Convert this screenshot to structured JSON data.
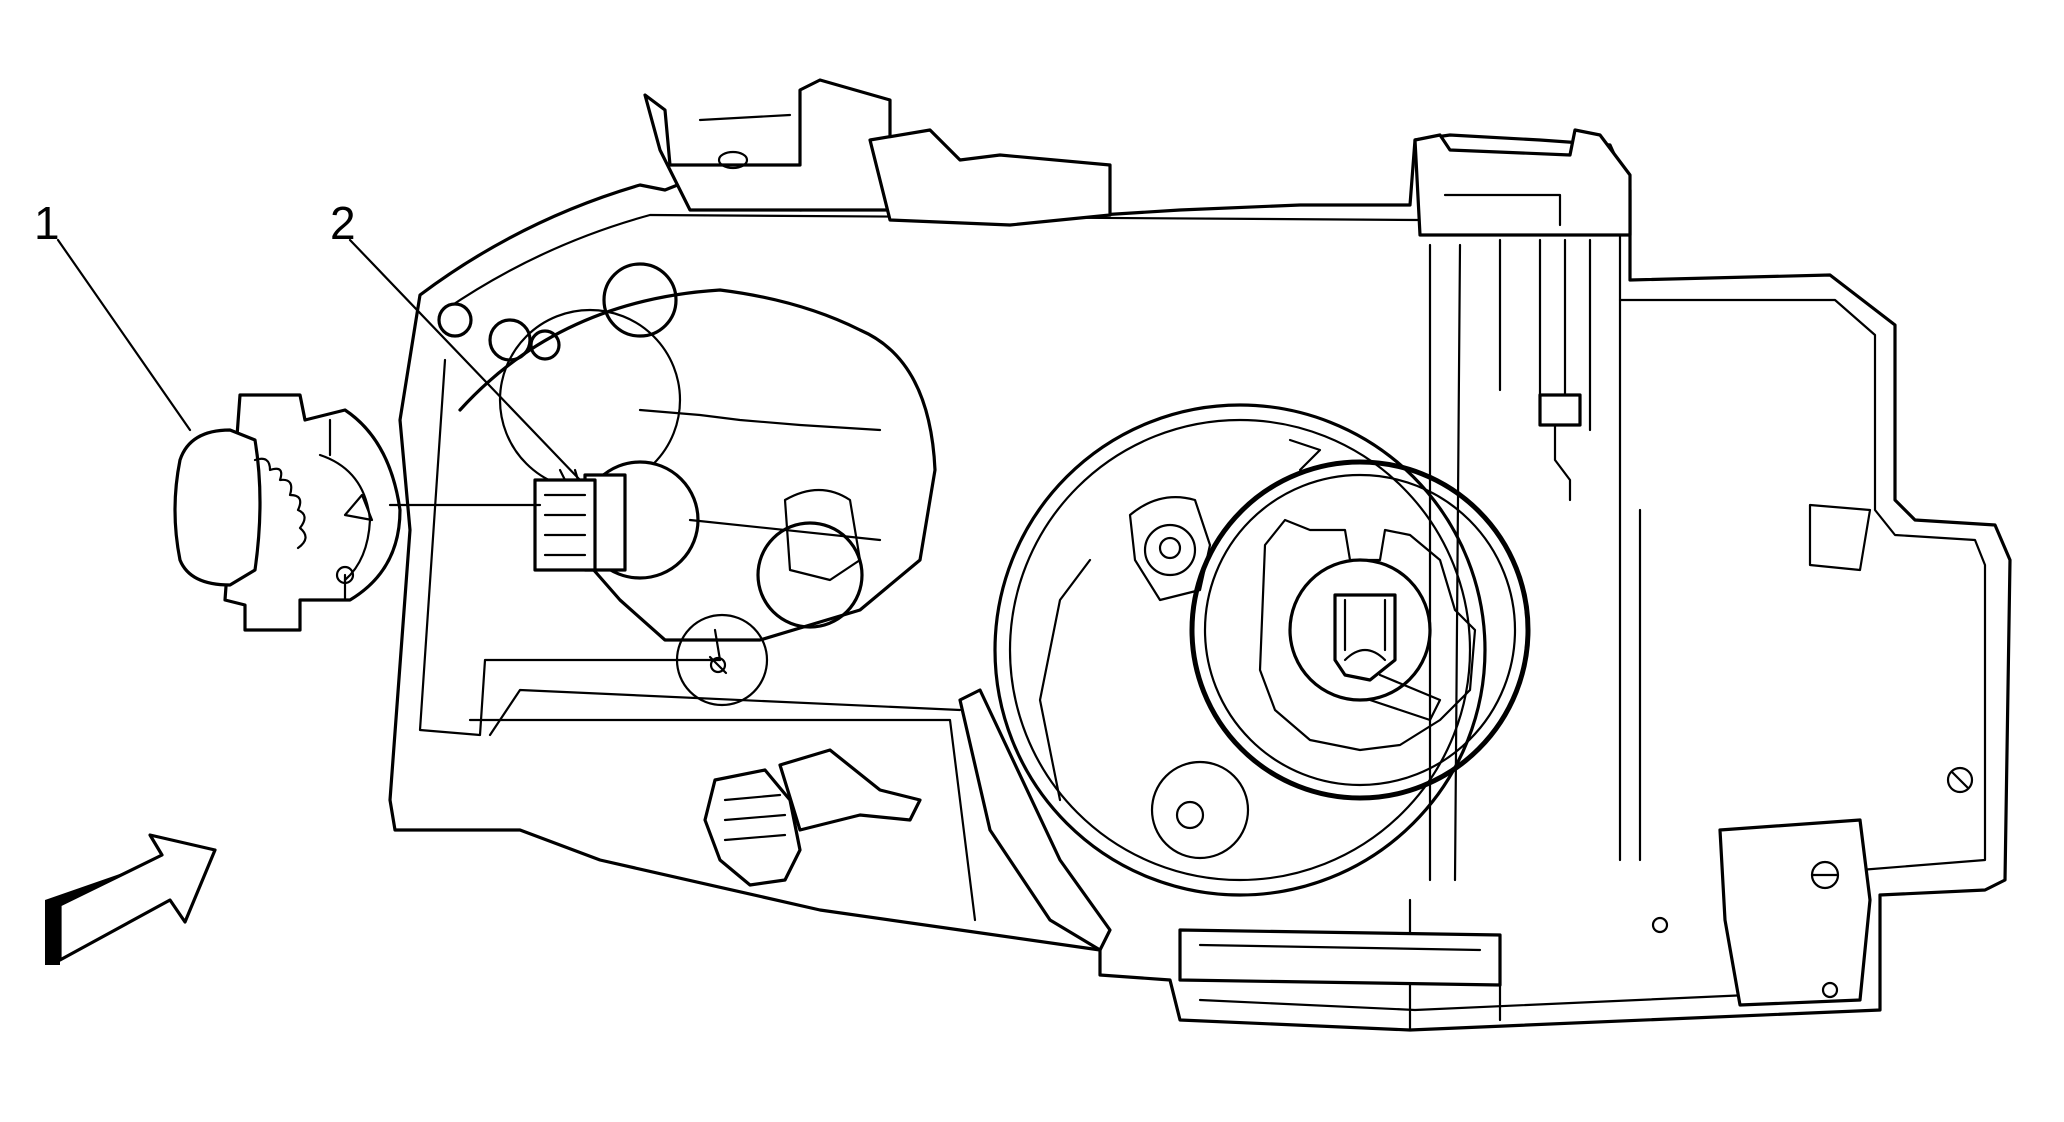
{
  "callouts": [
    {
      "label": "1",
      "part": "bulb-socket-cover"
    },
    {
      "label": "2",
      "part": "bulb-and-socket"
    }
  ],
  "colors": {
    "line": "#000000",
    "background": "#ffffff"
  },
  "icons": [
    "view-direction-arrow-icon"
  ]
}
